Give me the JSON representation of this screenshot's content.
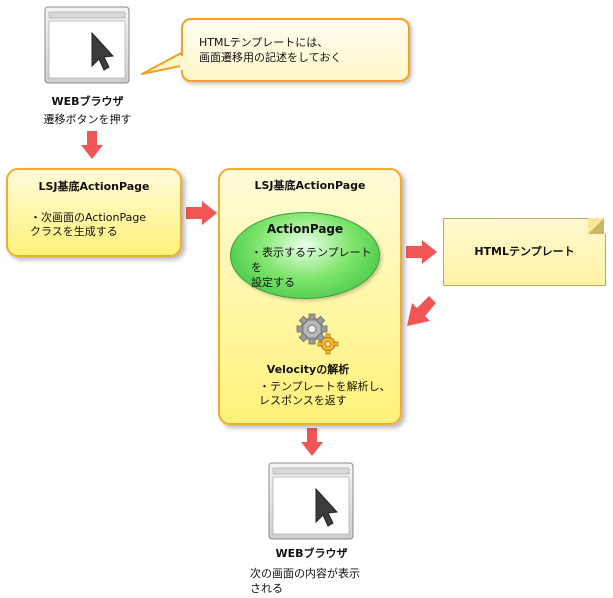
{
  "browser_top": {
    "label": "WEBブラウザ",
    "caption": "遷移ボタンを押す"
  },
  "callout": {
    "line1": "HTMLテンプレートには、",
    "line2": "画面遷移用の記述をしておく"
  },
  "left_box": {
    "title": "LSJ基底ActionPage",
    "line1": "・次画面のActionPage",
    "line2": "クラスを生成する"
  },
  "center_box": {
    "title": "LSJ基底ActionPage",
    "oval": {
      "title": "ActionPage",
      "line1": "・表示するテンプレートを",
      "line2": "設定する"
    },
    "velocity": {
      "title": "Velocityの解析",
      "line1": "・テンプレートを解析し、",
      "line2": "レスポンスを返す"
    }
  },
  "note": {
    "label": "HTMLテンプレート"
  },
  "browser_bottom": {
    "label": "WEBブラウザ",
    "caption_line1": "次の画面の内容が表示",
    "caption_line2": "される"
  },
  "colors": {
    "arrow": "#ef4d4d",
    "box_border": "#f3ac2e",
    "box_fill": "#fff27a",
    "oval_fill": "#5fd85a"
  }
}
